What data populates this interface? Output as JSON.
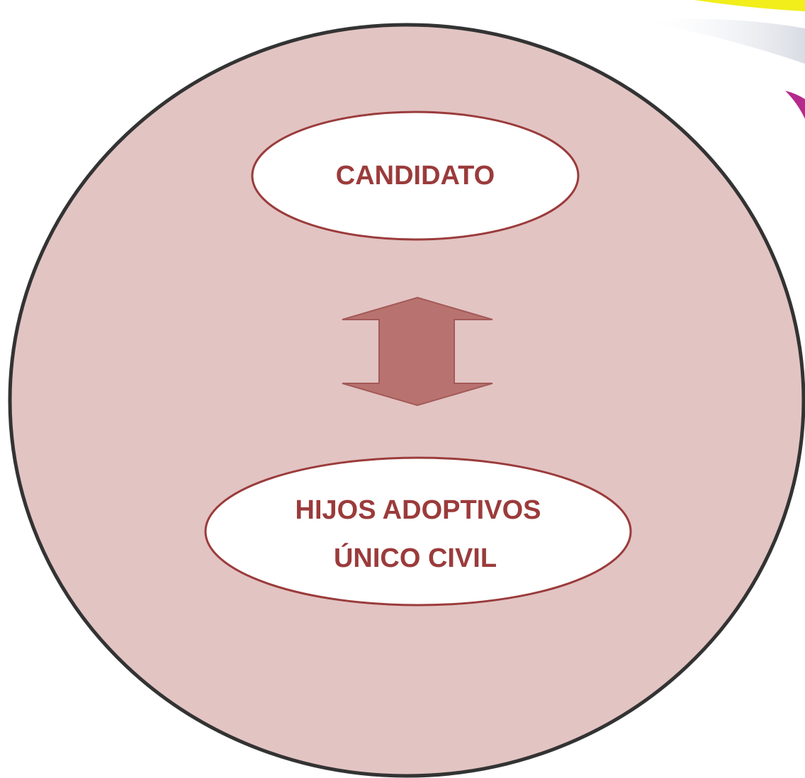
{
  "diagram": {
    "top_node": {
      "label": "CANDIDATO"
    },
    "bottom_node": {
      "line1": "HIJOS ADOPTIVOS",
      "line2": "ÚNICO CIVIL"
    },
    "connector": {
      "type": "double-headed-arrow",
      "direction": "vertical"
    }
  },
  "colors": {
    "circle_fill": "#e2c4c3",
    "circle_stroke": "#333333",
    "ellipse_fill": "#ffffff",
    "ellipse_stroke": "#9b3b3b",
    "text": "#9b3b3b",
    "arrow_fill": "#b87370",
    "arrow_stroke": "#a35a57",
    "swoosh_yellow": "#f1ee1c",
    "swoosh_magenta": "#b52a8c"
  }
}
